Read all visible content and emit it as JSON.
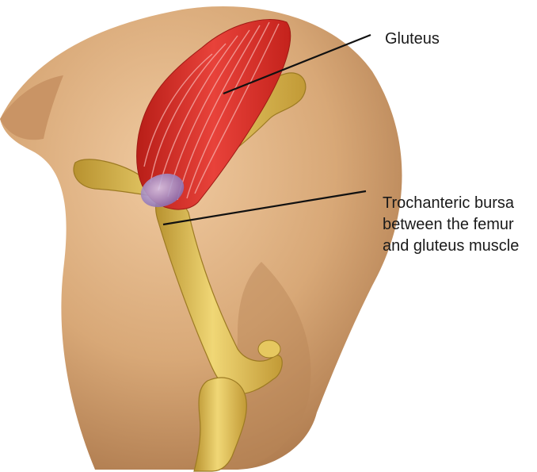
{
  "labels": {
    "gluteus": "Gluteus",
    "bursa_lines": [
      "Trochanteric bursa",
      "between the femur",
      "and gluteus muscle"
    ]
  },
  "colors": {
    "background": "#ffffff",
    "skin": "#d8a877",
    "skin_shadow": "#b98456",
    "bone": "#e2c257",
    "bone_shadow": "#b8922f",
    "muscle": "#e2362c",
    "muscle_fiber": "#f6b2ae",
    "bursa": "#a890c8",
    "leader_line": "#111111"
  },
  "icons": [
    "leader-line"
  ]
}
